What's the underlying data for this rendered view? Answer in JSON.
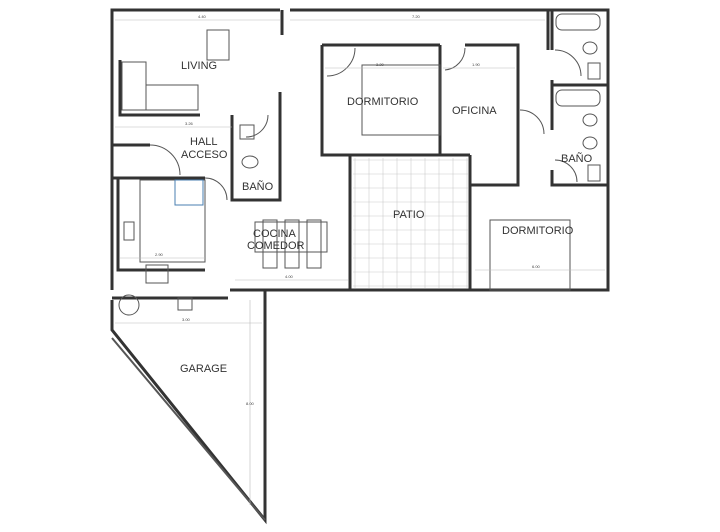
{
  "rooms": {
    "living": "LIVING",
    "hall_line1": "HALL",
    "hall_line2": "ACCESO",
    "bano_left": "BAÑO",
    "cocina_line1": "COCINA",
    "cocina_line2": "COMEDOR",
    "dormitorio_top": "DORMITORIO",
    "oficina": "OFICINA",
    "bano_right": "BAÑO",
    "patio": "PATIO",
    "dormitorio_right": "DORMITORIO",
    "garage": "GARAGE"
  },
  "dimensions": {
    "living_width": "4.40",
    "top_width": "7.20",
    "dormitorio_width": "3.20",
    "oficina_width": "1.90",
    "hall_width": "3.26",
    "cocina_depth": "2.90",
    "cocina_width": "4.00",
    "garage_width": "3.00",
    "garage_depth": "8.00",
    "dormitorio_right_width": "6.00"
  },
  "colors": {
    "walls": "#333333",
    "background": "#ffffff",
    "text": "#333333"
  }
}
